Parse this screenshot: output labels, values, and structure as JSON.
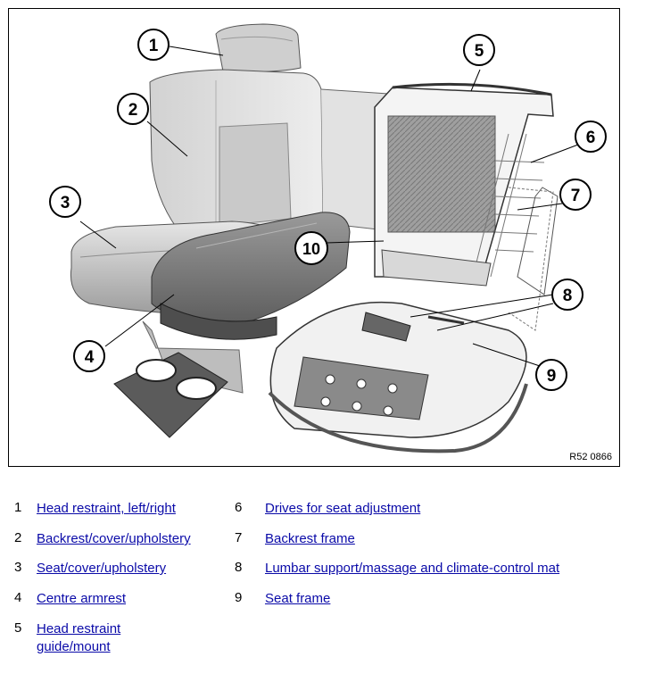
{
  "figure": {
    "reference": "R52 0866",
    "callouts": [
      "1",
      "2",
      "3",
      "4",
      "5",
      "6",
      "7",
      "8",
      "9",
      "10"
    ]
  },
  "legend": [
    {
      "num": "1",
      "label": "Head restraint, left/right"
    },
    {
      "num": "2",
      "label": "Backrest/cover/upholstery"
    },
    {
      "num": "3",
      "label": "Seat/cover/upholstery"
    },
    {
      "num": "4",
      "label": "Centre armrest"
    },
    {
      "num": "5",
      "label": "Head restraint guide/mount"
    },
    {
      "num": "6",
      "label": "Drives for seat adjustment"
    },
    {
      "num": "7",
      "label": "Backrest frame"
    },
    {
      "num": "8",
      "label": "Lumbar support/massage and climate-control mat"
    },
    {
      "num": "9",
      "label": "Seat frame"
    }
  ]
}
